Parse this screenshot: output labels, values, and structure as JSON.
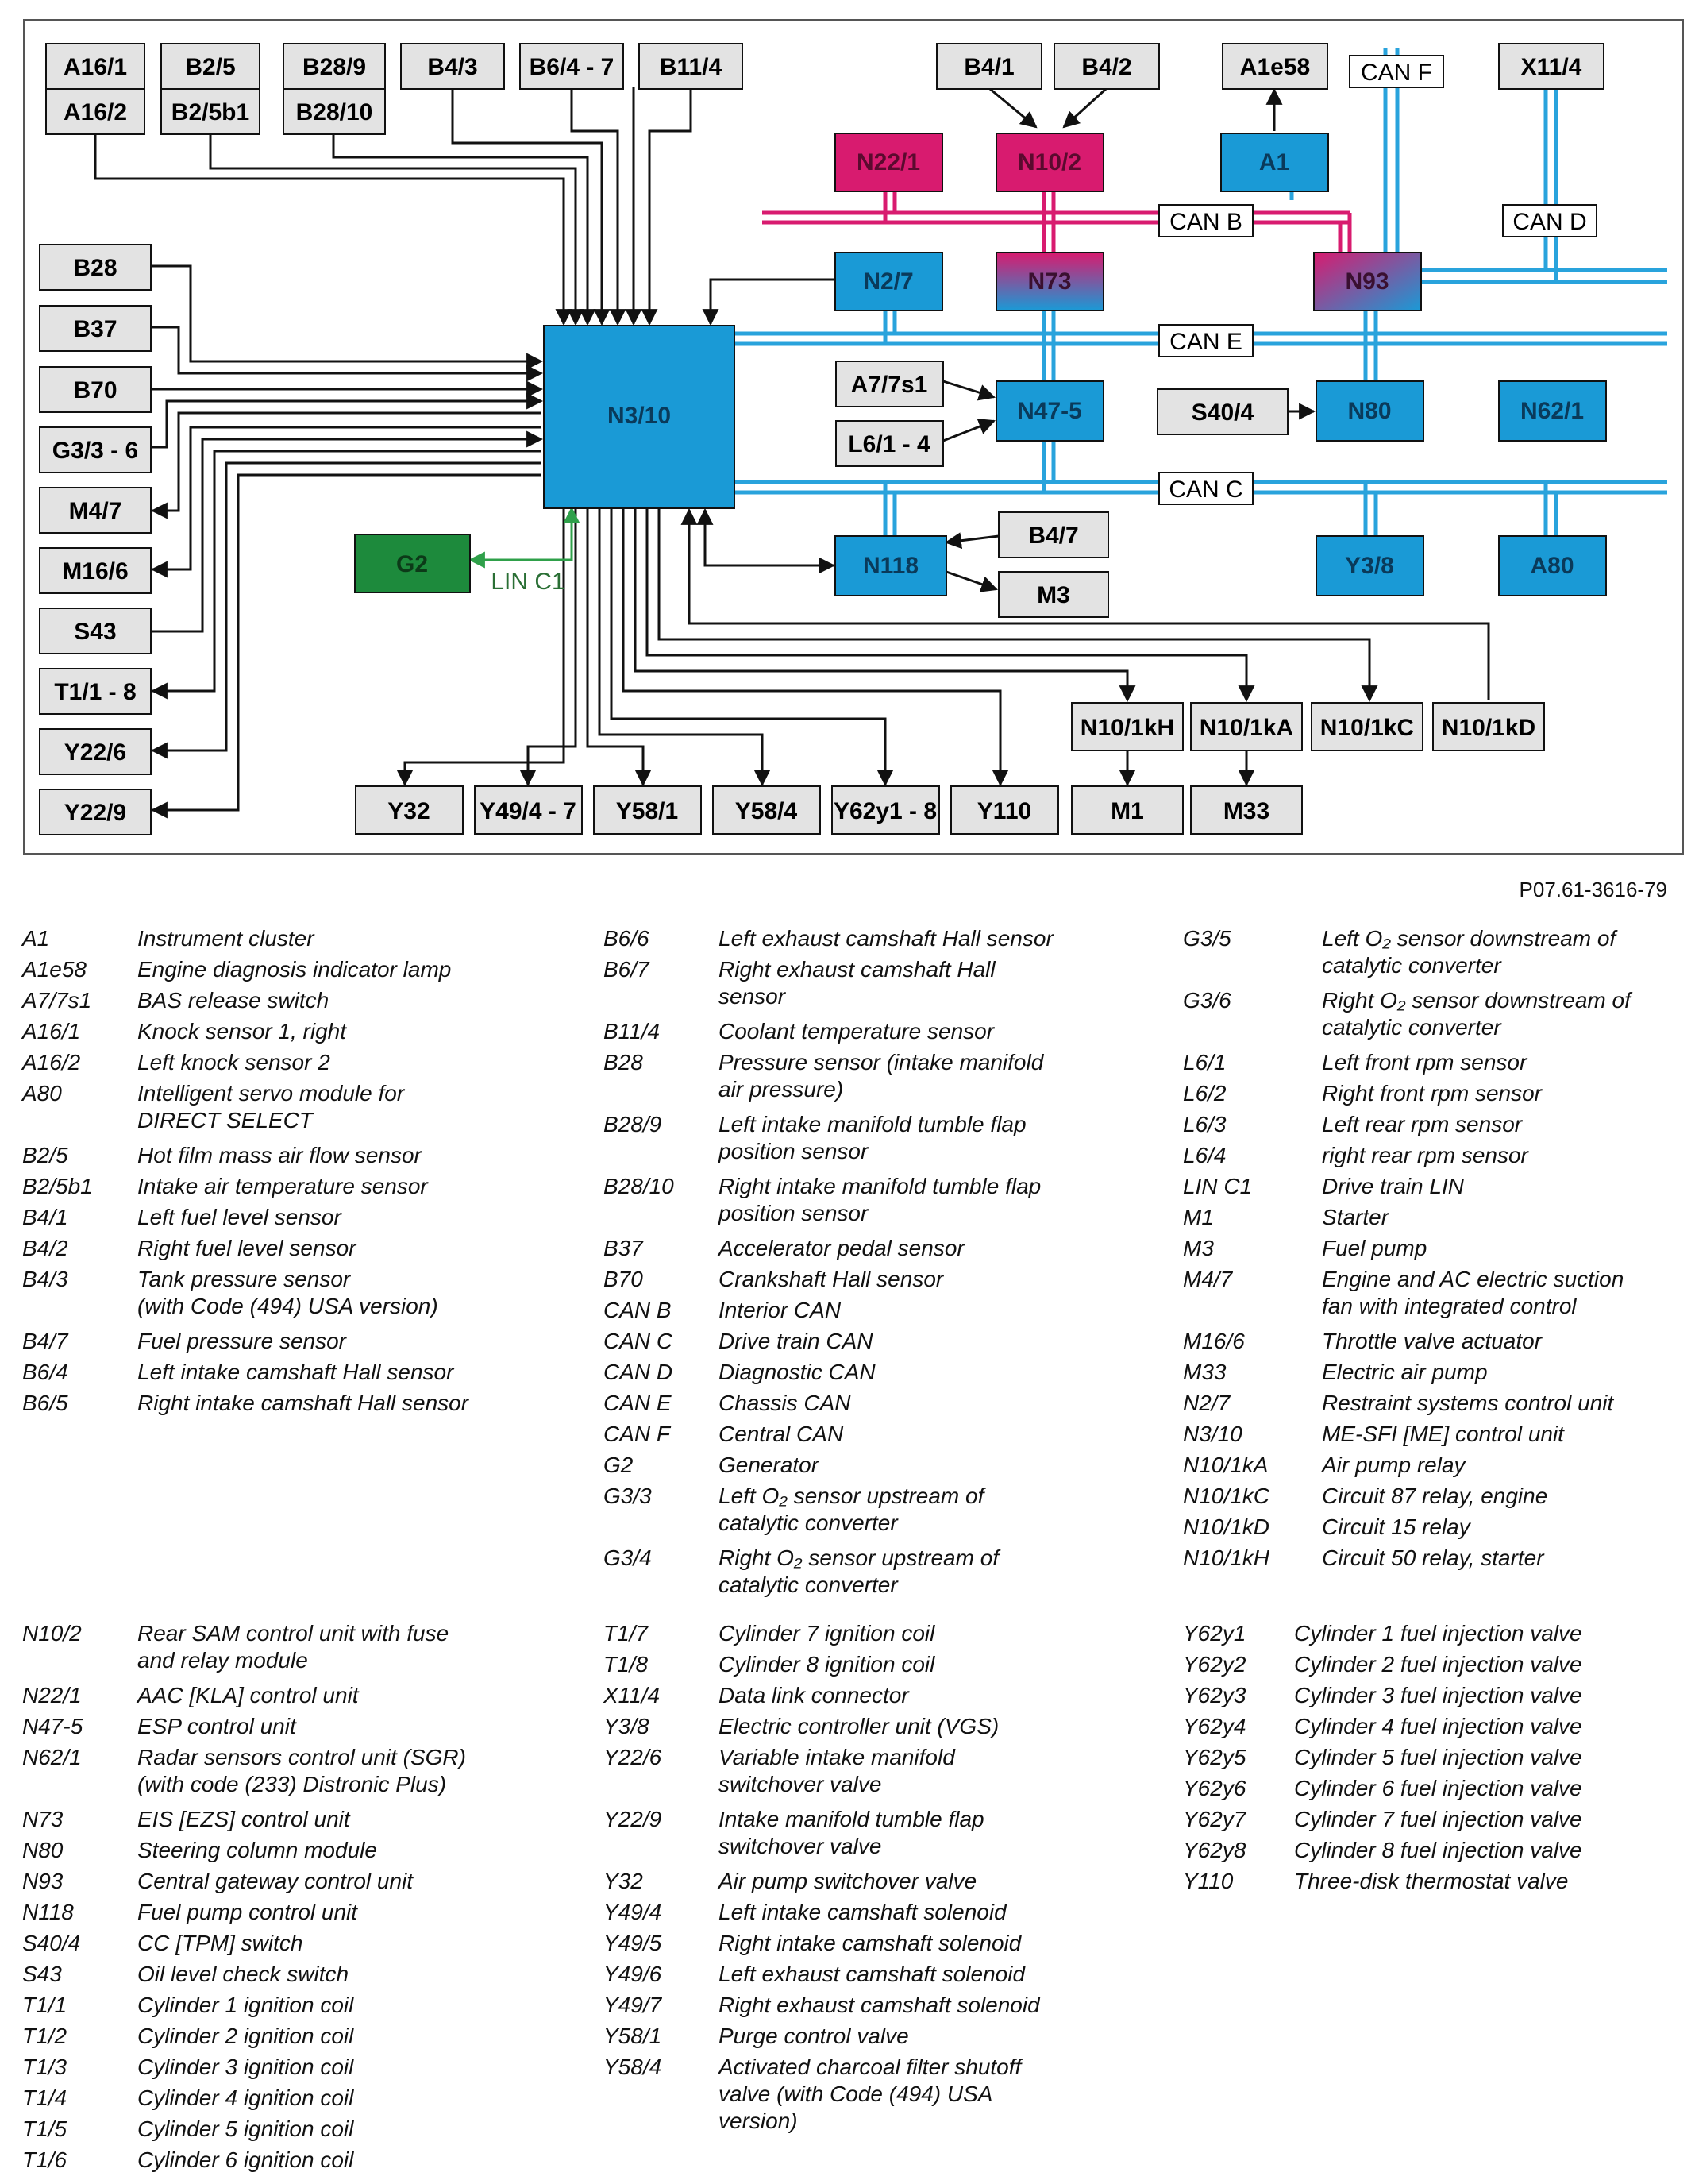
{
  "diagram": {
    "reference": "P07.61-3616-79",
    "buses": {
      "can_b": "CAN B",
      "can_c": "CAN C",
      "can_d": "CAN D",
      "can_e": "CAN E",
      "can_f": "CAN F",
      "lin_c1": "LIN C1"
    },
    "boxes": {
      "a16_1": "A16/1",
      "a16_2": "A16/2",
      "b2_5": "B2/5",
      "b2_5b1": "B2/5b1",
      "b28_9": "B28/9",
      "b28_10": "B28/10",
      "b4_3": "B4/3",
      "b6_4_7": "B6/4 - 7",
      "b11_4": "B11/4",
      "b4_1": "B4/1",
      "b4_2": "B4/2",
      "a1e58": "A1e58",
      "x11_4": "X11/4",
      "n22_1": "N22/1",
      "n10_2": "N10/2",
      "a1": "A1",
      "b28": "B28",
      "b37": "B37",
      "b70": "B70",
      "g3_3_6": "G3/3 - 6",
      "m4_7": "M4/7",
      "m16_6": "M16/6",
      "s43": "S43",
      "t1_1_8": "T1/1 - 8",
      "y22_6": "Y22/6",
      "y22_9": "Y22/9",
      "n3_10": "N3/10",
      "n2_7": "N2/7",
      "n73": "N73",
      "n93": "N93",
      "a7_7s1": "A7/7s1",
      "l6_1_4": "L6/1 - 4",
      "n47_5": "N47-5",
      "s40_4": "S40/4",
      "n80": "N80",
      "n62_1": "N62/1",
      "g2": "G2",
      "b4_7": "B4/7",
      "m3": "M3",
      "n118": "N118",
      "y3_8": "Y3/8",
      "a80": "A80",
      "n10_1kh": "N10/1kH",
      "n10_1ka": "N10/1kA",
      "n10_1kc": "N10/1kC",
      "n10_1kd": "N10/1kD",
      "y32": "Y32",
      "y49_4_7": "Y49/4 - 7",
      "y58_1": "Y58/1",
      "y58_4": "Y58/4",
      "y62y1_8": "Y62y1 - 8",
      "y110": "Y110",
      "m1": "M1",
      "m33": "M33"
    },
    "colors": {
      "component_blue": "#1a9ad6",
      "component_magenta": "#d81b6f",
      "component_green": "#1d8a3c",
      "sensor_gray": "#e3e3e3",
      "can_blue_line": "#29a3dc",
      "can_red_line": "#d81b6f",
      "lin_green_line": "#2fa04a"
    }
  },
  "legend": {
    "col1a": [
      {
        "code": "A1",
        "desc": "Instrument cluster"
      },
      {
        "code": "A1e58",
        "desc": "Engine diagnosis indicator lamp"
      },
      {
        "code": "A7/7s1",
        "desc": "BAS release switch"
      },
      {
        "code": "A16/1",
        "desc": "Knock sensor 1, right"
      },
      {
        "code": "A16/2",
        "desc": "Left knock sensor 2"
      },
      {
        "code": "A80",
        "desc": "Intelligent servo module for\nDIRECT SELECT"
      },
      {
        "code": "B2/5",
        "desc": "Hot film mass air flow sensor"
      },
      {
        "code": "B2/5b1",
        "desc": "Intake air temperature sensor"
      },
      {
        "code": "B4/1",
        "desc": "Left fuel level sensor"
      },
      {
        "code": "B4/2",
        "desc": "Right fuel level sensor"
      },
      {
        "code": "B4/3",
        "desc": "Tank pressure sensor\n(with Code (494) USA version)"
      },
      {
        "code": "B4/7",
        "desc": "Fuel pressure sensor"
      },
      {
        "code": "B6/4",
        "desc": "Left intake camshaft Hall sensor"
      },
      {
        "code": "B6/5",
        "desc": "Right intake camshaft Hall sensor"
      }
    ],
    "col1b": [
      {
        "code": "N10/2",
        "desc": "Rear SAM control unit with fuse\nand relay module"
      },
      {
        "code": "N22/1",
        "desc": "AAC [KLA] control unit"
      },
      {
        "code": "N47-5",
        "desc": "ESP control unit"
      },
      {
        "code": "N62/1",
        "desc": "Radar sensors control unit (SGR)\n(with code (233) Distronic Plus)"
      },
      {
        "code": "N73",
        "desc": "EIS [EZS] control unit"
      },
      {
        "code": "N80",
        "desc": "Steering column module"
      },
      {
        "code": "N93",
        "desc": "Central gateway control unit"
      },
      {
        "code": "N118",
        "desc": "Fuel pump control unit"
      },
      {
        "code": "S40/4",
        "desc": "CC [TPM] switch"
      },
      {
        "code": "S43",
        "desc": "Oil level check switch"
      },
      {
        "code": "T1/1",
        "desc": "Cylinder 1 ignition coil"
      },
      {
        "code": "T1/2",
        "desc": "Cylinder 2 ignition coil"
      },
      {
        "code": "T1/3",
        "desc": "Cylinder 3 ignition coil"
      },
      {
        "code": "T1/4",
        "desc": "Cylinder 4 ignition coil"
      },
      {
        "code": "T1/5",
        "desc": "Cylinder 5 ignition coil"
      },
      {
        "code": "T1/6",
        "desc": "Cylinder 6 ignition coil"
      }
    ],
    "col2a": [
      {
        "code": "B6/6",
        "desc": "Left exhaust camshaft Hall sensor"
      },
      {
        "code": "B6/7",
        "desc": "Right exhaust camshaft Hall\nsensor"
      },
      {
        "code": "B11/4",
        "desc": "Coolant temperature sensor"
      },
      {
        "code": "B28",
        "desc": "Pressure sensor (intake manifold\nair pressure)"
      },
      {
        "code": "B28/9",
        "desc": "Left intake manifold tumble flap\nposition sensor"
      },
      {
        "code": "B28/10",
        "desc": "Right intake manifold tumble flap\nposition sensor"
      },
      {
        "code": "B37",
        "desc": "Accelerator pedal sensor"
      },
      {
        "code": "B70",
        "desc": "Crankshaft Hall sensor"
      },
      {
        "code": "CAN B",
        "desc": "Interior CAN"
      },
      {
        "code": "CAN C",
        "desc": "Drive train CAN"
      },
      {
        "code": "CAN D",
        "desc": "Diagnostic CAN"
      },
      {
        "code": "CAN E",
        "desc": "Chassis CAN"
      },
      {
        "code": "CAN F",
        "desc": "Central CAN"
      },
      {
        "code": "G2",
        "desc": "Generator"
      },
      {
        "code": "G3/3",
        "desc": "Left O₂ sensor upstream of\ncatalytic converter"
      },
      {
        "code": "G3/4",
        "desc": "Right O₂ sensor upstream of\ncatalytic converter"
      }
    ],
    "col2b": [
      {
        "code": "T1/7",
        "desc": "Cylinder 7 ignition coil"
      },
      {
        "code": "T1/8",
        "desc": "Cylinder 8 ignition coil"
      },
      {
        "code": "X11/4",
        "desc": "Data link connector"
      },
      {
        "code": "Y3/8",
        "desc": "Electric controller unit (VGS)"
      },
      {
        "code": "Y22/6",
        "desc": "Variable intake manifold\nswitchover valve"
      },
      {
        "code": "Y22/9",
        "desc": "Intake manifold tumble flap\nswitchover valve"
      },
      {
        "code": "Y32",
        "desc": "Air pump switchover valve"
      },
      {
        "code": "Y49/4",
        "desc": "Left intake camshaft solenoid"
      },
      {
        "code": "Y49/5",
        "desc": "Right intake camshaft solenoid"
      },
      {
        "code": "Y49/6",
        "desc": "Left exhaust camshaft solenoid"
      },
      {
        "code": "Y49/7",
        "desc": "Right exhaust camshaft solenoid"
      },
      {
        "code": "Y58/1",
        "desc": "Purge control valve"
      },
      {
        "code": "Y58/4",
        "desc": "Activated charcoal filter shutoff\nvalve (with Code (494) USA\nversion)"
      }
    ],
    "col3a": [
      {
        "code": "G3/5",
        "desc": "Left O₂ sensor downstream of\ncatalytic converter"
      },
      {
        "code": "G3/6",
        "desc": "Right O₂ sensor downstream of\ncatalytic converter"
      },
      {
        "code": "L6/1",
        "desc": "Left front rpm sensor"
      },
      {
        "code": "L6/2",
        "desc": "Right front rpm sensor"
      },
      {
        "code": "L6/3",
        "desc": "Left rear rpm sensor"
      },
      {
        "code": "L6/4",
        "desc": "right rear rpm sensor"
      },
      {
        "code": "LIN C1",
        "desc": "Drive train LIN"
      },
      {
        "code": "M1",
        "desc": "Starter"
      },
      {
        "code": "M3",
        "desc": "Fuel pump"
      },
      {
        "code": "M4/7",
        "desc": "Engine and AC electric suction\nfan with integrated control"
      },
      {
        "code": "M16/6",
        "desc": "Throttle valve actuator"
      },
      {
        "code": "M33",
        "desc": "Electric air pump"
      },
      {
        "code": "N2/7",
        "desc": "Restraint systems control unit"
      },
      {
        "code": "N3/10",
        "desc": "ME-SFI [ME] control unit"
      },
      {
        "code": "N10/1kA",
        "desc": "Air pump relay"
      },
      {
        "code": "N10/1kC",
        "desc": "Circuit 87 relay, engine"
      },
      {
        "code": "N10/1kD",
        "desc": "Circuit 15 relay"
      },
      {
        "code": "N10/1kH",
        "desc": "Circuit 50 relay, starter"
      }
    ],
    "col3b": [
      {
        "code": "Y62y1",
        "desc": "Cylinder 1 fuel injection valve"
      },
      {
        "code": "Y62y2",
        "desc": "Cylinder 2 fuel injection valve"
      },
      {
        "code": "Y62y3",
        "desc": "Cylinder 3 fuel injection valve"
      },
      {
        "code": "Y62y4",
        "desc": "Cylinder 4 fuel injection valve"
      },
      {
        "code": "Y62y5",
        "desc": "Cylinder 5 fuel injection valve"
      },
      {
        "code": "Y62y6",
        "desc": "Cylinder 6 fuel injection valve"
      },
      {
        "code": "Y62y7",
        "desc": "Cylinder 7 fuel injection valve"
      },
      {
        "code": "Y62y8",
        "desc": "Cylinder 8 fuel injection valve"
      },
      {
        "code": "Y110",
        "desc": "Three-disk thermostat valve"
      }
    ]
  }
}
